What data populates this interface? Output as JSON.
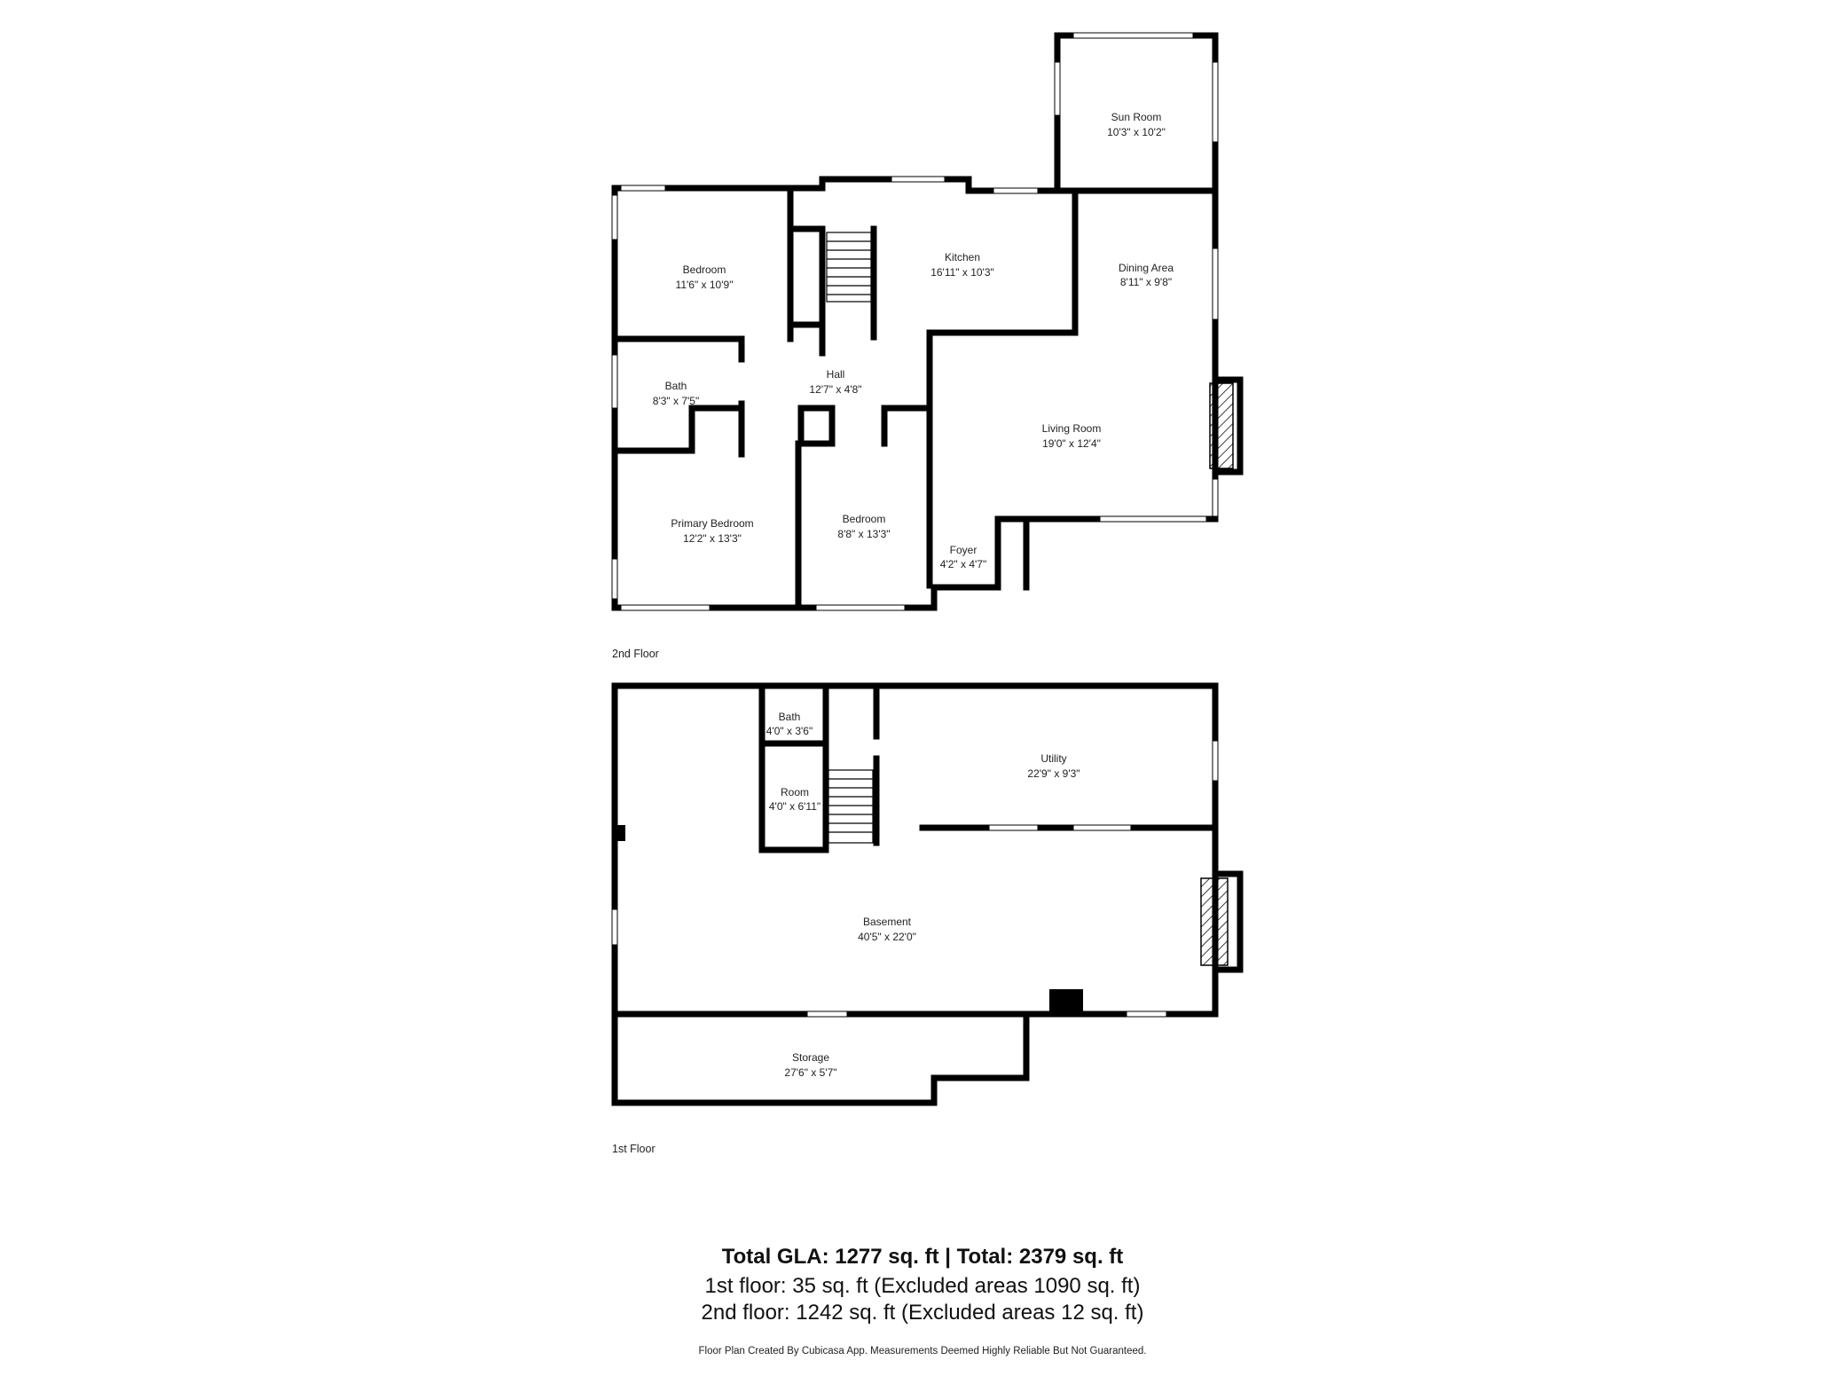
{
  "floors": {
    "upper": {
      "label": "2nd Floor",
      "rooms": [
        {
          "id": "bedroom-nw",
          "name": "Bedroom",
          "size": "11'6\" x 10'9\""
        },
        {
          "id": "kitchen",
          "name": "Kitchen",
          "size": "16'11\" x 10'3\""
        },
        {
          "id": "sun-room",
          "name": "Sun Room",
          "size": "10'3\" x 10'2\""
        },
        {
          "id": "dining-area",
          "name": "Dining Area",
          "size": "8'11\" x 9'8\""
        },
        {
          "id": "hall",
          "name": "Hall",
          "size": "12'7\" x 4'8\""
        },
        {
          "id": "bath-upper",
          "name": "Bath",
          "size": "8'3\" x 7'5\""
        },
        {
          "id": "living-room",
          "name": "Living Room",
          "size": "19'0\" x 12'4\""
        },
        {
          "id": "primary-bedroom",
          "name": "Primary Bedroom",
          "size": "12'2\" x 13'3\""
        },
        {
          "id": "bedroom-s",
          "name": "Bedroom",
          "size": "8'8\" x 13'3\""
        },
        {
          "id": "foyer",
          "name": "Foyer",
          "size": "4'2\" x 4'7\""
        }
      ]
    },
    "lower": {
      "label": "1st Floor",
      "rooms": [
        {
          "id": "bath-lower",
          "name": "Bath",
          "size": "4'0\" x 3'6\""
        },
        {
          "id": "room",
          "name": "Room",
          "size": "4'0\" x 6'11\""
        },
        {
          "id": "utility",
          "name": "Utility",
          "size": "22'9\" x 9'3\""
        },
        {
          "id": "basement",
          "name": "Basement",
          "size": "40'5\" x 22'0\""
        },
        {
          "id": "storage",
          "name": "Storage",
          "size": "27'6\" x 5'7\""
        }
      ]
    }
  },
  "summary": {
    "title": "Total GLA: 1277 sq. ft | Total: 2379 sq. ft",
    "line1": "1st floor: 35 sq. ft (Excluded areas 1090 sq. ft)",
    "line2": "2nd floor: 1242 sq. ft (Excluded areas 12 sq. ft)"
  },
  "disclaimer": "Floor Plan Created By Cubicasa App. Measurements Deemed Highly Reliable But Not Guaranteed.",
  "colors": {
    "wall": "#000000",
    "window": "#ffffff",
    "background": "#ffffff"
  }
}
